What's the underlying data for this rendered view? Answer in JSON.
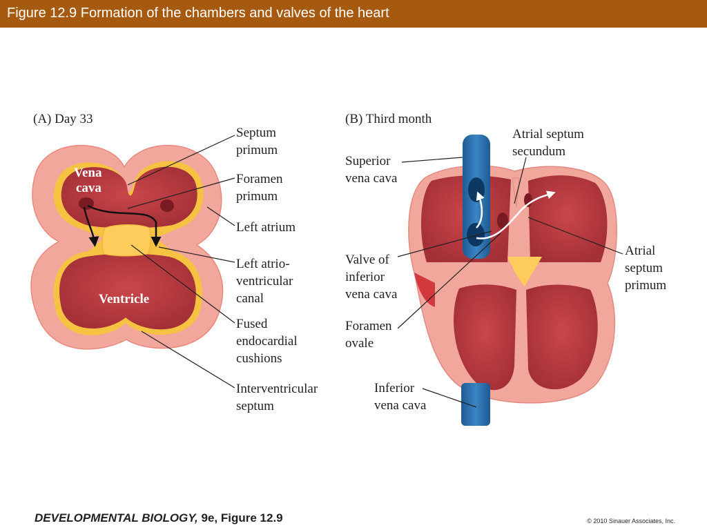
{
  "header": {
    "title": "Figure 12.9  Formation of the chambers and valves of the heart"
  },
  "panel_a": {
    "heading": "(A)  Day 33",
    "inside_labels": {
      "vena_cava": [
        "Vena",
        "cava"
      ],
      "ventricle": "Ventricle"
    },
    "labels": {
      "septum_primum": [
        "Septum",
        "primum"
      ],
      "foramen_primum": [
        "Foramen",
        "primum"
      ],
      "left_atrium": [
        "Left atrium"
      ],
      "left_av_canal": [
        "Left atrio-",
        "ventricular",
        "canal"
      ],
      "fused_cushions": [
        "Fused",
        "endocardial",
        "cushions"
      ],
      "interventricular_septum": [
        "Interventricular",
        "septum"
      ]
    }
  },
  "panel_b": {
    "heading": "(B)  Third month",
    "labels": {
      "superior_vena_cava": [
        "Superior",
        "vena cava"
      ],
      "atrial_septum_secundum": [
        "Atrial septum",
        "secundum"
      ],
      "atrial_septum_primum": [
        "Atrial",
        "septum",
        "primum"
      ],
      "valve_ivc": [
        "Valve of",
        "inferior",
        "vena cava"
      ],
      "foramen_ovale": [
        "Foramen",
        "ovale"
      ],
      "inferior_vena_cava": [
        "Inferior",
        "vena cava"
      ]
    }
  },
  "footer": {
    "book_title": "DEVELOPMENTAL BIOLOGY,",
    "edition": " 9e, Figure 12.9",
    "copyright": "© 2010 Sinauer Associates, Inc."
  },
  "colors": {
    "title_bar": "#a65a0f",
    "outer_tissue": "#f2a79d",
    "inner_chamber": "#b33a3f",
    "endocardium": "#f5c241",
    "cushion": "#fdcc5a",
    "vessel_blue": "#2d6fa8"
  }
}
